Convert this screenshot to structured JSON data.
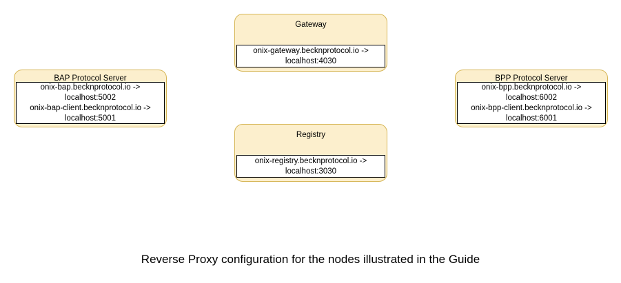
{
  "diagram": {
    "background_color": "#ffffff",
    "node_fill_color": "#FCEFCD",
    "node_border_color": "#D6B656",
    "panel_fill_color": "#ffffff",
    "panel_border_color": "#000000",
    "caption": "Reverse Proxy configuration for the nodes illustrated in the Guide",
    "nodes": [
      {
        "id": "gateway",
        "title": "Gateway",
        "mappings": [
          "onix-gateway.becknprotocol.io ->",
          "localhost:4030"
        ]
      },
      {
        "id": "bap-protocol-server",
        "title": "BAP Protocol Server",
        "mappings": [
          "onix-bap.becknprotocol.io ->",
          "localhost:5002",
          "onix-bap-client.becknprotocol.io ->",
          "localhost:5001"
        ]
      },
      {
        "id": "bpp-protocol-server",
        "title": "BPP Protocol Server",
        "mappings": [
          "onix-bpp.becknprotocol.io ->",
          "localhost:6002",
          "onix-bpp-client.becknprotocol.io ->",
          "localhost:6001"
        ]
      },
      {
        "id": "registry",
        "title": "Registry",
        "mappings": [
          "onix-registry.becknprotocol.io ->",
          "localhost:3030"
        ]
      }
    ]
  }
}
